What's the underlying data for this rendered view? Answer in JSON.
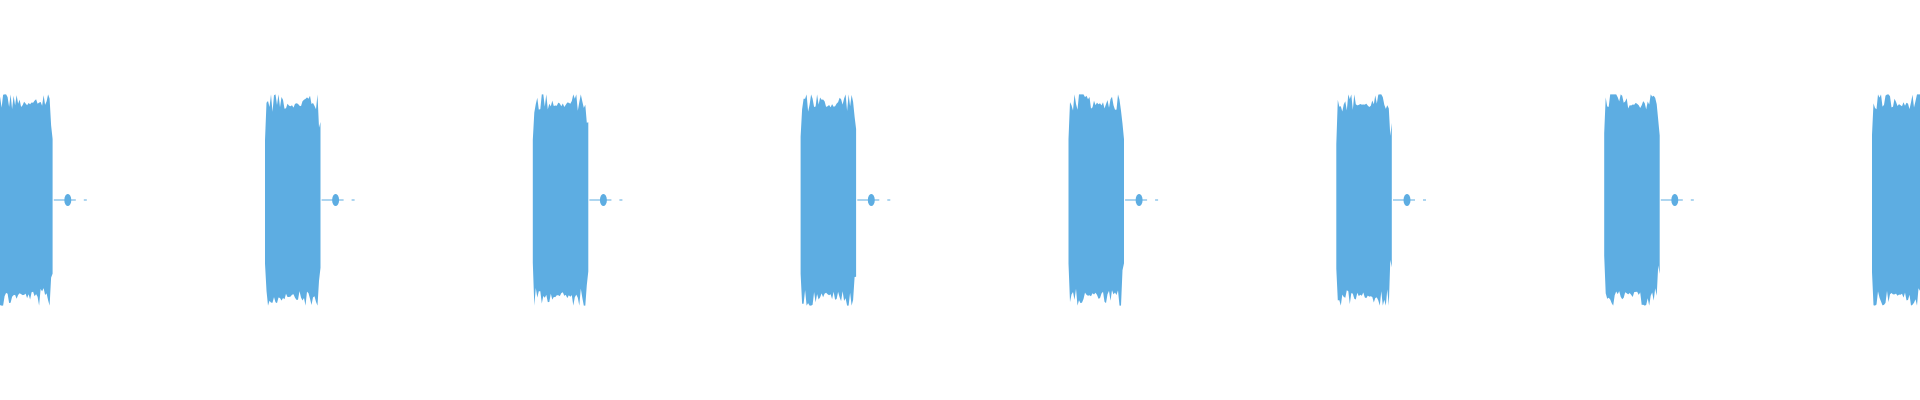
{
  "waveform": {
    "color": "#5dade2",
    "background": "#ffffff",
    "burst_count": 8,
    "burst_period_fraction": 0.1395,
    "burst_duration_fraction": 0.0295,
    "first_burst_offset_fraction": -0.0015,
    "peak_amplitude": 0.88,
    "burst_body_amplitude": 0.78,
    "tail_blip_amplitude": 0.05
  }
}
